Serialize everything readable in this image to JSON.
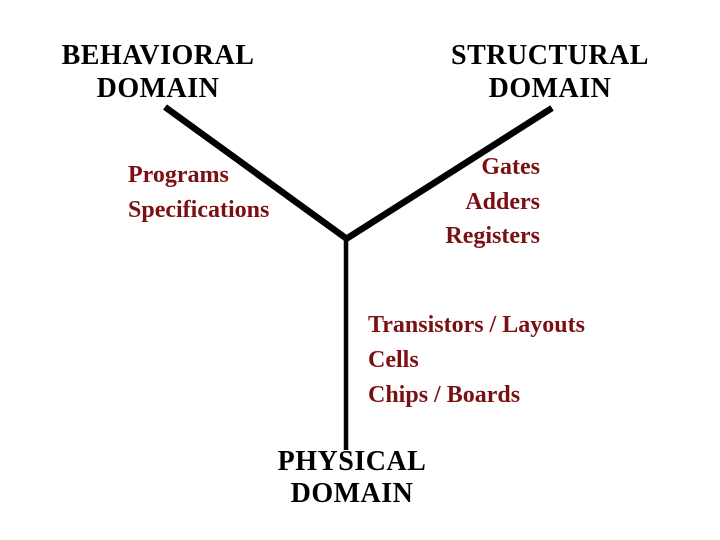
{
  "diagram": {
    "name": "Y-chart design domains",
    "domains": {
      "behavioral": {
        "title_line1": "BEHAVIORAL",
        "title_line2": "DOMAIN",
        "items": [
          "Programs",
          "Specifications"
        ]
      },
      "structural": {
        "title_line1": "STRUCTURAL",
        "title_line2": "DOMAIN",
        "items": [
          "Gates",
          "Adders",
          "Registers"
        ]
      },
      "physical": {
        "title_line1": "PHYSICAL",
        "title_line2": "DOMAIN",
        "items": [
          "Transistors / Layouts",
          "Cells",
          "Chips / Boards"
        ]
      }
    }
  },
  "colors": {
    "background": "#ffffff",
    "title_text": "#000000",
    "item_text": "#7b1013",
    "line": "#000000"
  }
}
